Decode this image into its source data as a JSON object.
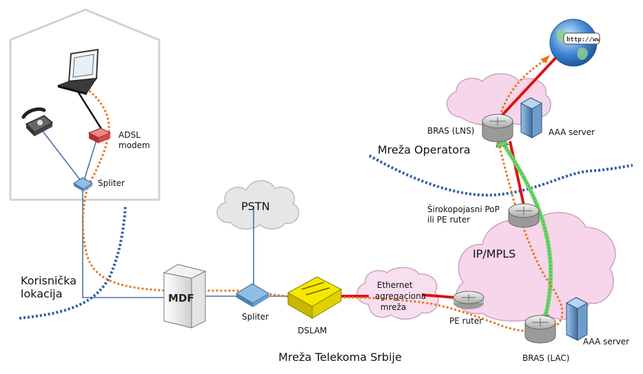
{
  "labels": {
    "modem_line1": "ADSL",
    "modem_line2": "modem",
    "home_spliter": "Spliter",
    "user_location_line1": "Korisnička",
    "user_location_line2": "lokacija",
    "pstn": "PSTN",
    "mdf": "MDF",
    "co_spliter": "Spliter",
    "dslam": "DSLAM",
    "ethernet_line1": "Ethernet",
    "ethernet_line2": "agregaciona",
    "ethernet_line3": "mreža",
    "pe_router": "PE ruter",
    "bras_lac": "BRAS (LAC)",
    "aaa_server_bottom": "AAA server",
    "ip_mpls": "IP/MPLS",
    "pop_line1": "Širokopojasni PoP",
    "pop_line2": "ili PE ruter",
    "operator_network": "Mreža Operatora",
    "bras_lns": "BRAS (LNS)",
    "aaa_server_top": "AAA server",
    "telekom_network": "Mreža Telekoma Srbije",
    "globe_url": "http://ww"
  },
  "colors": {
    "house_outline": "#d0d0d0",
    "cloud_gray": "#e6e6e6",
    "cloud_pink": "#f7d5ea",
    "boundary_dotted": "#2f5fa3",
    "dotted_path": "#e8761f",
    "physical_line": "#4a6fa5",
    "red_link": "#e01010",
    "tunnel_green": "#6dd66d",
    "dslam_yellow": "#f5e800"
  }
}
